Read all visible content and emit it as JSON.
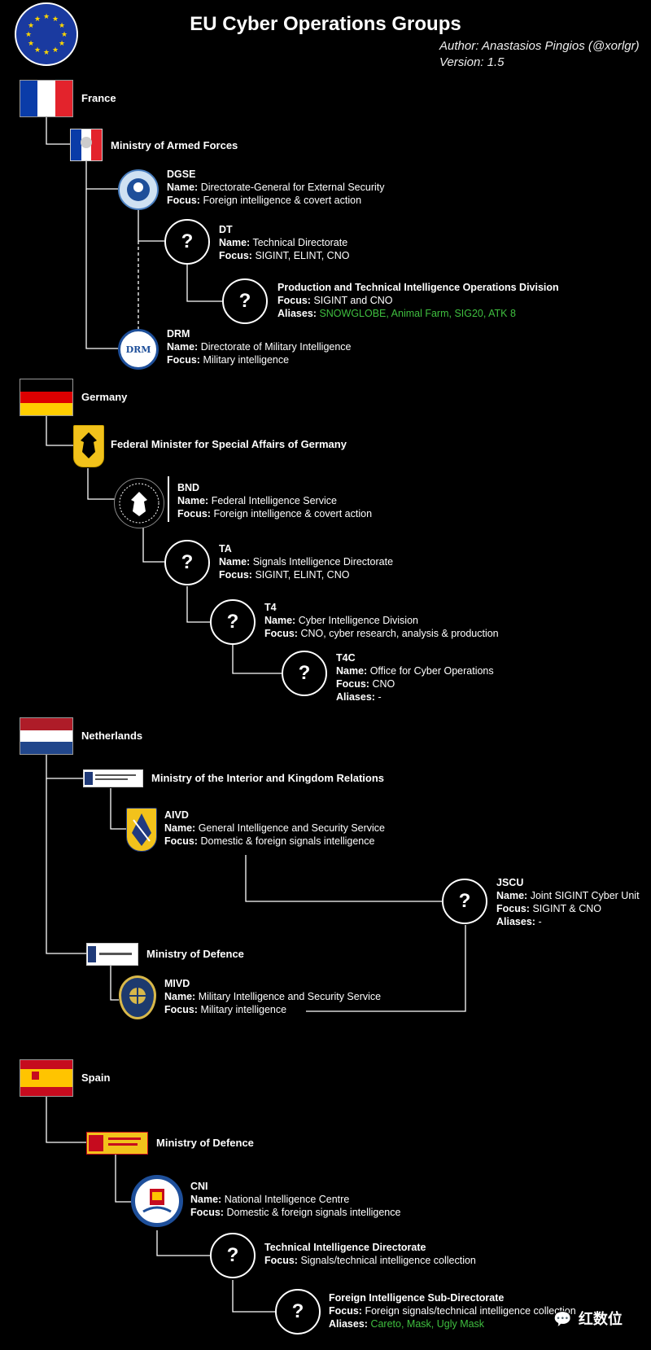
{
  "header": {
    "title": "EU Cyber Operations Groups",
    "author": "Author: Anastasios Pingios (@xorlgr)",
    "version": "Version: 1.5"
  },
  "colors": {
    "background": "#000000",
    "line": "#ffffff",
    "alias_green": "#3fbf3f"
  },
  "labels": {
    "name": "Name:",
    "focus": "Focus:",
    "aliases": "Aliases:"
  },
  "france": {
    "country": "France",
    "ministry": "Ministry of Armed Forces",
    "dgse": {
      "title": "DGSE",
      "name": "Directorate-General for External Security",
      "focus": "Foreign intelligence & covert action"
    },
    "dt": {
      "title": "DT",
      "name": "Technical Directorate",
      "focus": "SIGINT, ELINT, CNO"
    },
    "ptio": {
      "title": "Production and Technical Intelligence Operations Division",
      "focus": "SIGINT and CNO",
      "aliases": "SNOWGLOBE, Animal Farm, SIG20, ATK 8"
    },
    "drm": {
      "title": "DRM",
      "name": "Directorate of Military Intelligence",
      "focus": "Military intelligence",
      "logo_text": "DRM"
    }
  },
  "germany": {
    "country": "Germany",
    "ministry": "Federal Minister for Special Affairs of Germany",
    "bnd": {
      "title": "BND",
      "name": "Federal Intelligence Service",
      "focus": "Foreign intelligence & covert action"
    },
    "ta": {
      "title": "TA",
      "name": "Signals Intelligence Directorate",
      "focus": "SIGINT, ELINT, CNO"
    },
    "t4": {
      "title": "T4",
      "name": "Cyber Intelligence Division",
      "focus": "CNO, cyber research, analysis & production"
    },
    "t4c": {
      "title": "T4C",
      "name": "Office for Cyber Operations",
      "focus": "CNO",
      "aliases": "-"
    }
  },
  "netherlands": {
    "country": "Netherlands",
    "ministry_interior": "Ministry of the Interior and Kingdom Relations",
    "aivd": {
      "title": "AIVD",
      "name": "General Intelligence and Security Service",
      "focus": "Domestic & foreign signals intelligence"
    },
    "jscu": {
      "title": "JSCU",
      "name": "Joint SIGINT Cyber Unit",
      "focus": "SIGINT & CNO",
      "aliases": "-"
    },
    "ministry_defence": "Ministry of Defence",
    "mivd": {
      "title": "MIVD",
      "name": "Military Intelligence and Security Service",
      "focus": "Military intelligence"
    }
  },
  "spain": {
    "country": "Spain",
    "ministry": "Ministry of Defence",
    "cni": {
      "title": "CNI",
      "name": "National Intelligence Centre",
      "focus": "Domestic & foreign signals intelligence"
    },
    "tid": {
      "title": "Technical Intelligence Directorate",
      "focus": "Signals/technical intelligence collection"
    },
    "fisd": {
      "title": "Foreign Intelligence Sub-Directorate",
      "focus": "Foreign signals/technical intelligence collection",
      "aliases": "Careto, Mask, Ugly Mask"
    }
  },
  "qmark": "?",
  "watermark": "红数位"
}
